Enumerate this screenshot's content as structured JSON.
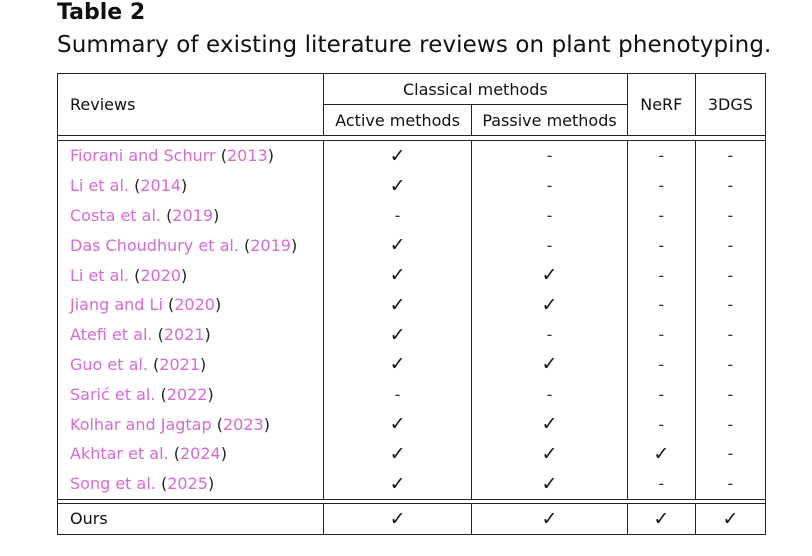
{
  "table_label": "Table 2",
  "caption": "Summary of existing literature reviews on plant phenotyping.",
  "headers": {
    "reviews": "Reviews",
    "classical": "Classical methods",
    "active": "Active methods",
    "passive": "Passive methods",
    "nerf": "NeRF",
    "gs": "3DGS"
  },
  "rows": [
    {
      "authors": "Fiorani and Schurr",
      "year": "2013",
      "open": "(",
      "close": ")",
      "active": "✓",
      "passive": "-",
      "nerf": "-",
      "gs": "-"
    },
    {
      "authors": "Li et al.",
      "year": "2014",
      "open": "(",
      "close": ")",
      "active": "✓",
      "passive": "-",
      "nerf": "-",
      "gs": "-"
    },
    {
      "authors": "Costa et al.",
      "year": "2019",
      "open": "(",
      "close": ")",
      "active": "-",
      "passive": "-",
      "nerf": "-",
      "gs": "-"
    },
    {
      "authors": "Das Choudhury et al.",
      "year": "2019",
      "open": "(",
      "close": ")",
      "active": "✓",
      "passive": "-",
      "nerf": "-",
      "gs": "-"
    },
    {
      "authors": "Li et al.",
      "year": "2020",
      "open": "(",
      "close": ")",
      "active": "✓",
      "passive": "✓",
      "nerf": "-",
      "gs": "-"
    },
    {
      "authors": "Jiang and Li",
      "year": "2020",
      "open": "(",
      "close": ")",
      "active": "✓",
      "passive": "✓",
      "nerf": "-",
      "gs": "-"
    },
    {
      "authors": "Atefi et al.",
      "year": "2021",
      "open": "(",
      "close": ")",
      "active": "✓",
      "passive": "-",
      "nerf": "-",
      "gs": "-"
    },
    {
      "authors": "Guo et al.",
      "year": "2021",
      "open": "(",
      "close": ")",
      "active": "✓",
      "passive": "✓",
      "nerf": "-",
      "gs": "-"
    },
    {
      "authors": "Sarić et al.",
      "year": "2022",
      "open": "(",
      "close": ")",
      "active": "-",
      "passive": "-",
      "nerf": "-",
      "gs": "-"
    },
    {
      "authors": "Kolhar and Jagtap",
      "year": "2023",
      "open": "(",
      "close": ")",
      "active": "✓",
      "passive": "✓",
      "nerf": "-",
      "gs": "-"
    },
    {
      "authors": "Akhtar et al.",
      "year": "2024",
      "open": "(",
      "close": ")",
      "active": "✓",
      "passive": "✓",
      "nerf": "✓",
      "gs": "-"
    },
    {
      "authors": "Song et al.",
      "year": "2025",
      "open": "(",
      "close": ")",
      "active": "✓",
      "passive": "✓",
      "nerf": "-",
      "gs": "-"
    }
  ],
  "ours": {
    "label": "Ours",
    "active": "✓",
    "passive": "✓",
    "nerf": "✓",
    "gs": "✓"
  },
  "colors": {
    "citation": "#d66ad6",
    "text": "#111111",
    "rule": "#222222"
  }
}
